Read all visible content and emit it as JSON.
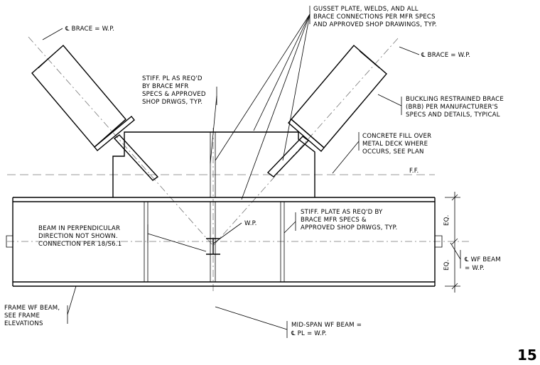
{
  "notes": {
    "brace_wp_left": "℄ BRACE = W.P.",
    "brace_wp_right": "℄ BRACE = W.P.",
    "gusset": [
      "GUSSET PLATE, WELDS, AND ALL",
      "BRACE CONNECTIONS PER MFR SPECS",
      "AND APPROVED SHOP DRAWINGS, TYP."
    ],
    "stiff_pl": [
      "STIFF. PL AS REQ'D",
      "BY BRACE MFR",
      "SPECS & APPROVED",
      "SHOP DRWGS, TYP."
    ],
    "brb": [
      "BUCKLING RESTRAINED BRACE",
      "(BRB) PER MANUFACTURER'S",
      "SPECS AND DETAILS, TYPICAL"
    ],
    "concrete": [
      "CONCRETE FILL OVER",
      "METAL DECK WHERE",
      "OCCURS, SEE PLAN"
    ],
    "ff": "F.F.",
    "beam_perp": [
      "BEAM IN PERPENDICULAR",
      "DIRECTION NOT SHOWN.",
      "CONNECTION PER 18/S6.1"
    ],
    "wp": "W.P.",
    "stiff_plate": [
      "STIFF. PLATE AS REQ'D BY",
      "BRACE MFR SPECS &",
      "APPROVED SHOP DRWGS, TYP."
    ],
    "eq_top": "EQ.",
    "eq_bottom": "EQ.",
    "wf_beam": [
      "℄ WF BEAM",
      "= W.P."
    ],
    "frame_wf": [
      "FRAME WF BEAM,",
      "SEE FRAME",
      "ELEVATIONS"
    ],
    "midspan": [
      "MID-SPAN WF BEAM =",
      "℄ PL = W.P."
    ],
    "detail_number": "15"
  }
}
